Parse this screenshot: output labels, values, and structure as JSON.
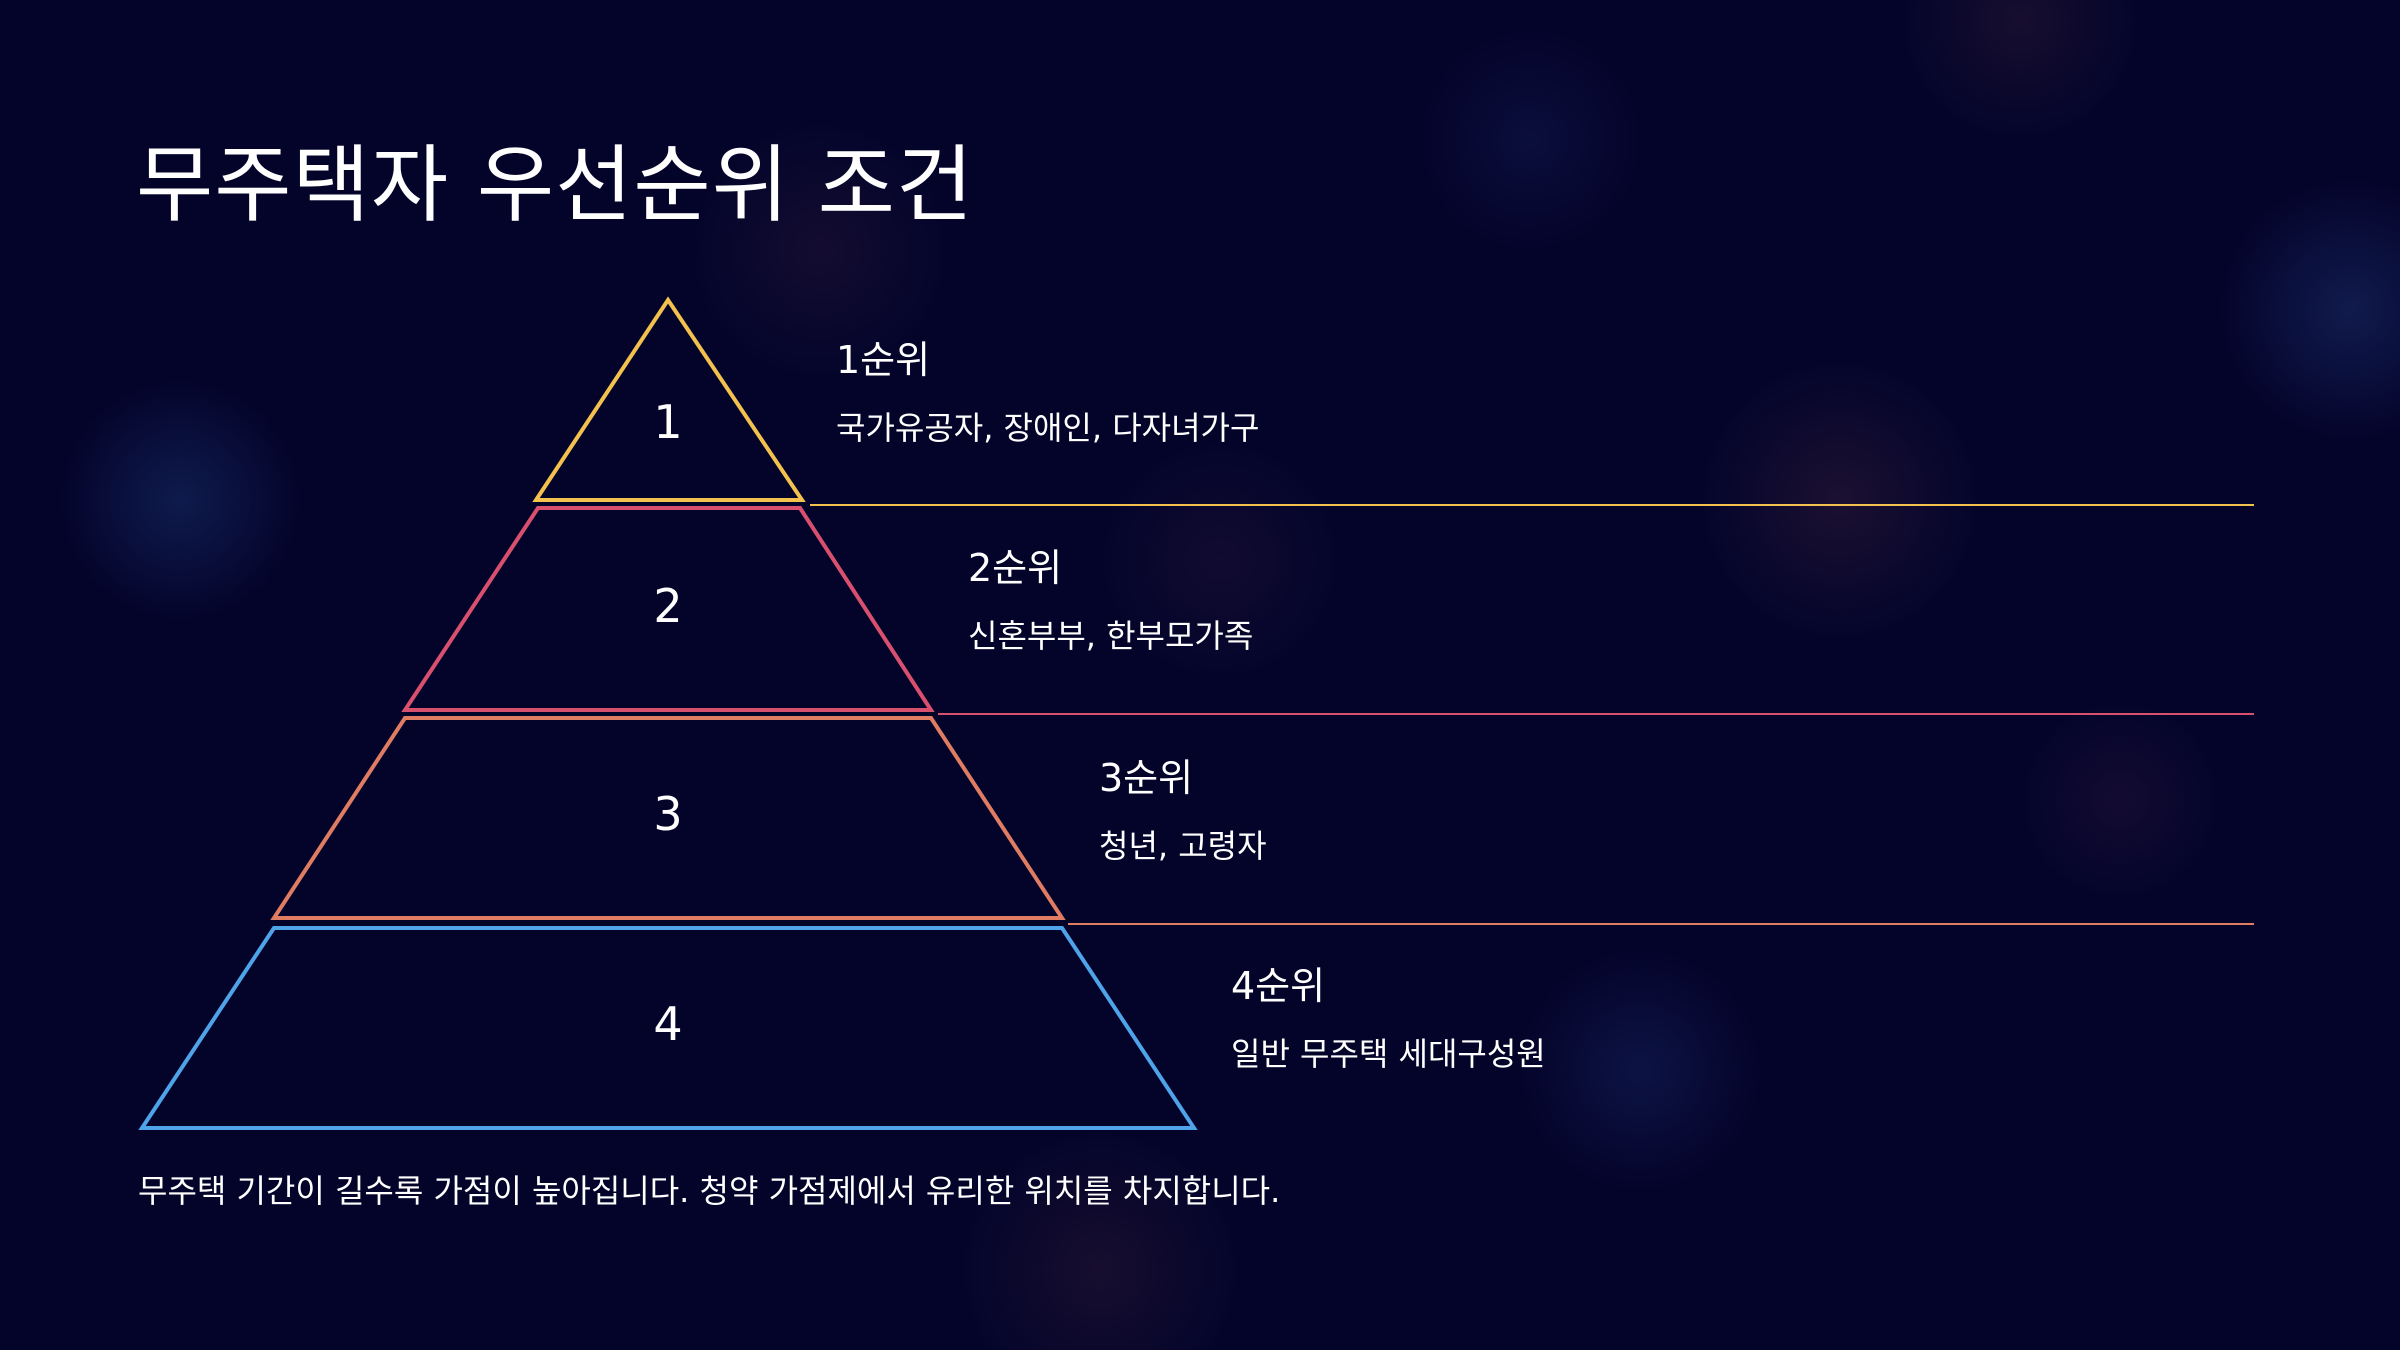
{
  "title": "무주택자 우선순위 조건",
  "colors": {
    "background": "#04042b",
    "tier1": "#f2c14e",
    "tier2": "#d9506e",
    "tier3": "#e07c62",
    "tier4": "#4fa3e8"
  },
  "levels": [
    {
      "number": "1",
      "label": "1순위",
      "description": "국가유공자, 장애인, 다자녀가구"
    },
    {
      "number": "2",
      "label": "2순위",
      "description": "신혼부부, 한부모가족"
    },
    {
      "number": "3",
      "label": "3순위",
      "description": "청년, 고령자"
    },
    {
      "number": "4",
      "label": "4순위",
      "description": "일반 무주택 세대구성원"
    }
  ],
  "footer_note": "무주택 기간이 길수록 가점이 높아집니다. 청약 가점제에서 유리한 위치를 차지합니다."
}
